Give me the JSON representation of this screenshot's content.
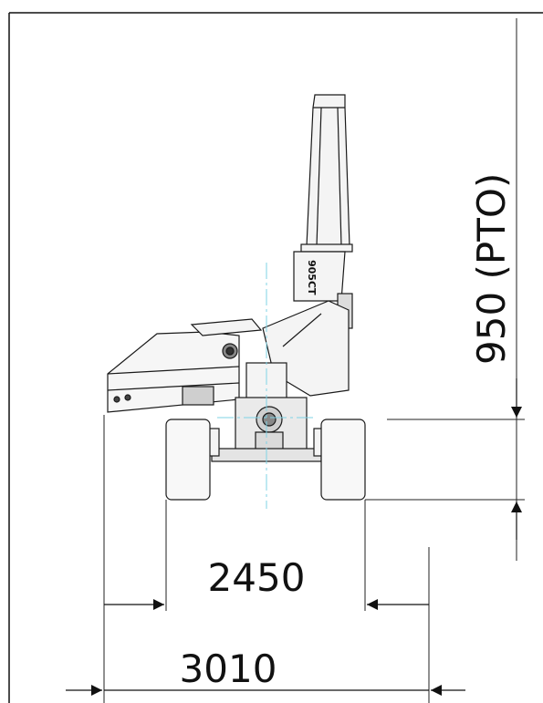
{
  "drawing": {
    "model_label": "905CT",
    "dimensions": {
      "pto_height": "950 (PTO)",
      "track_width": "2450",
      "overall_width": "3010"
    }
  },
  "colors": {
    "line": "#1a1a1a",
    "centerline": "#7fd3e6",
    "fill_light": "#f2f2f2",
    "fill_mid": "#d9d9d9",
    "background": "#ffffff"
  }
}
